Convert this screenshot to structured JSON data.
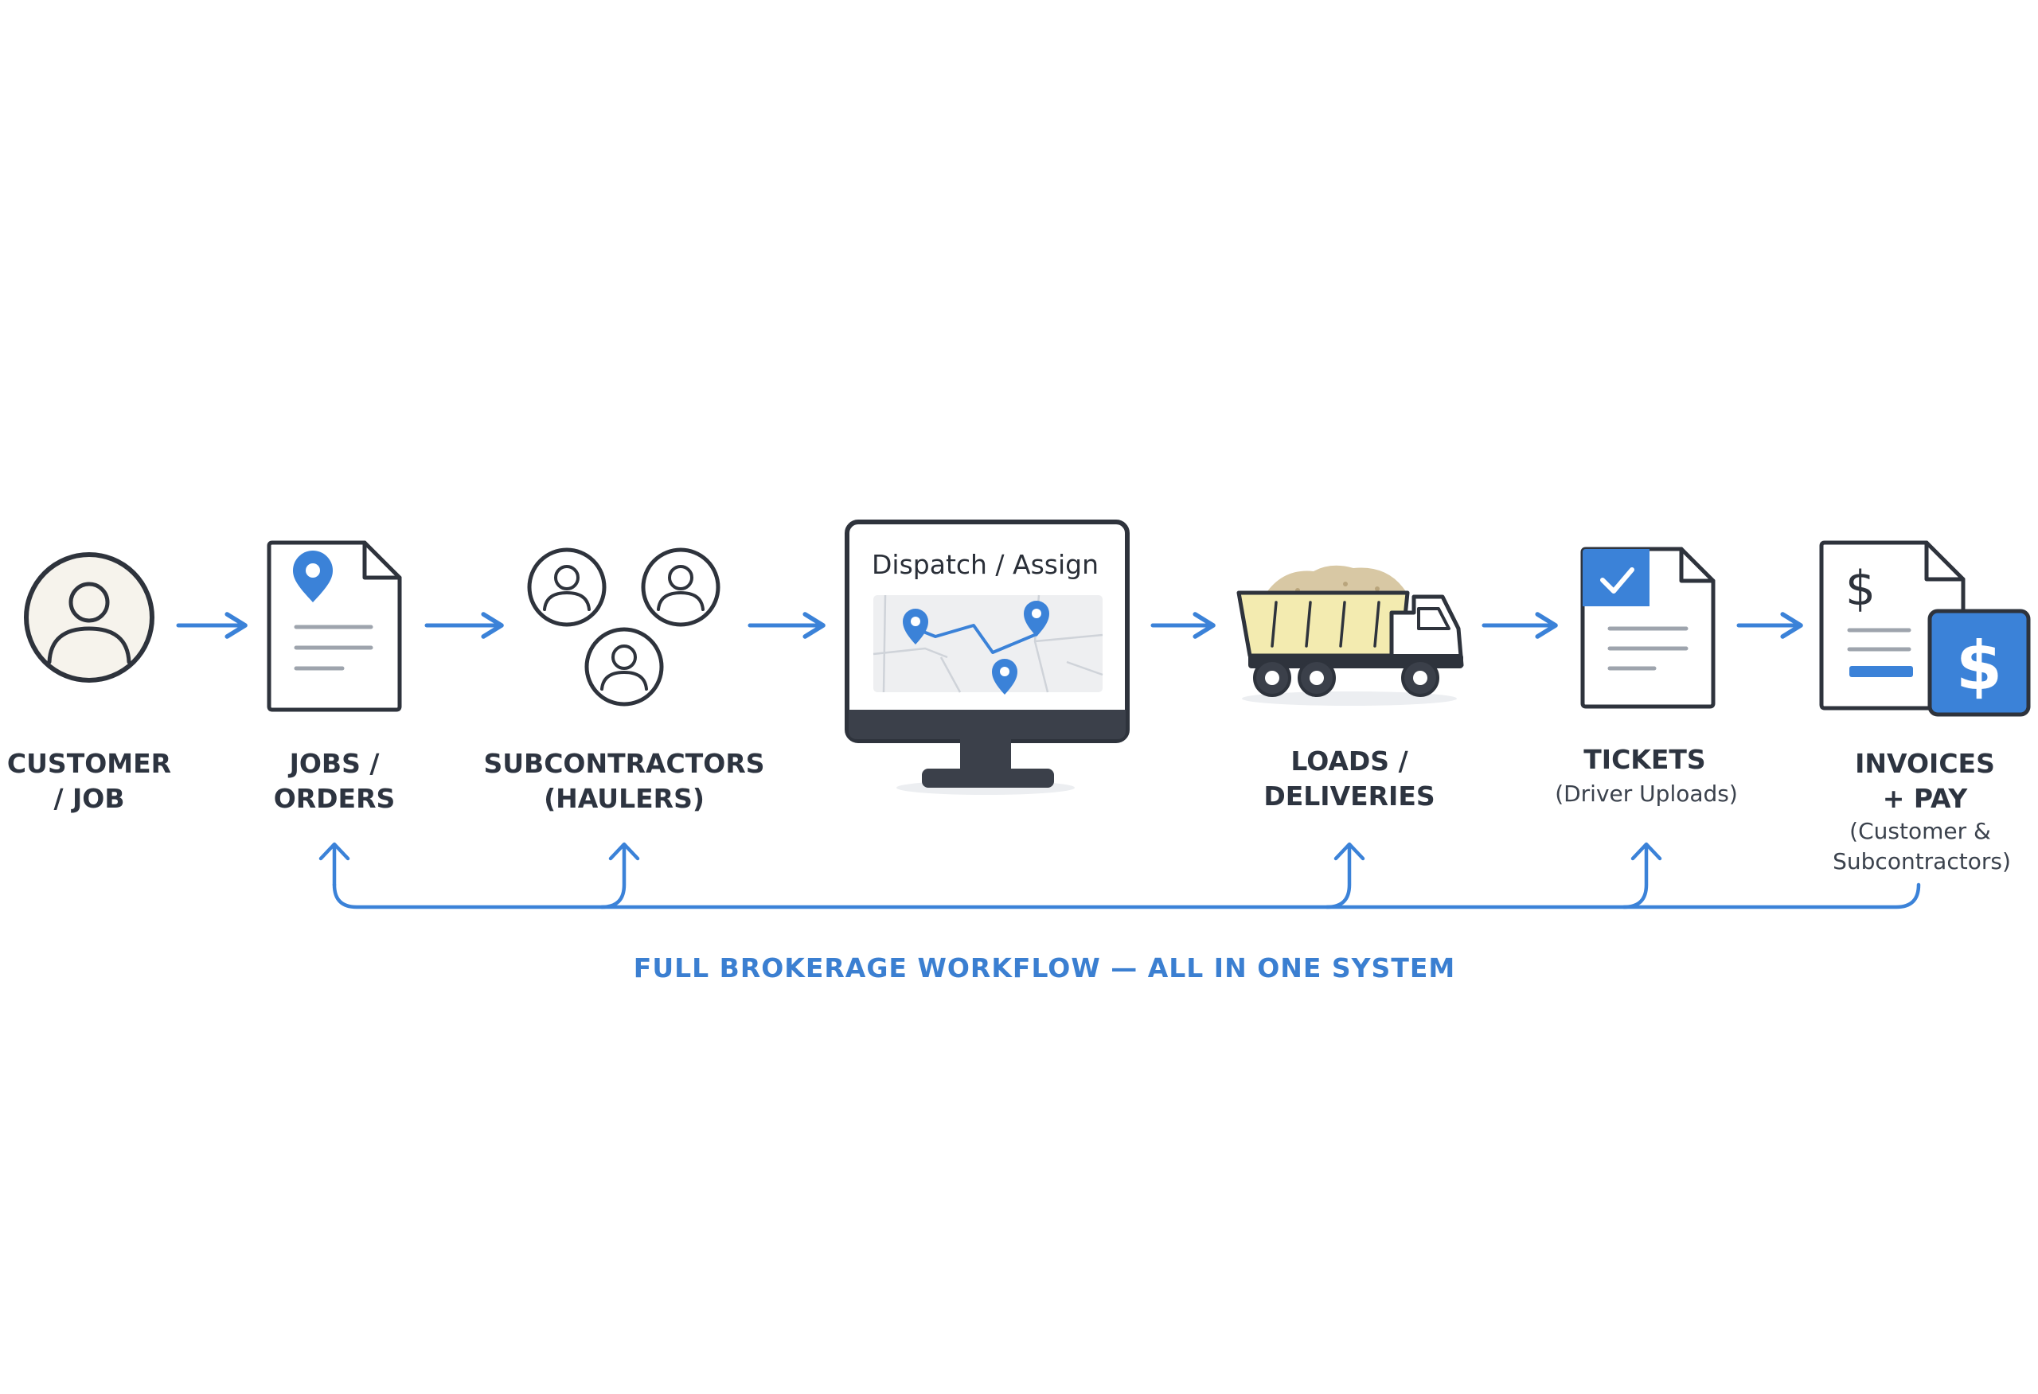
{
  "colors": {
    "accent": "#3b82d8",
    "outline": "#2e333c",
    "truck_bed": "#f3ebb0",
    "dirt": "#d8c8a4",
    "avatar_fill": "#f6f3ec",
    "map_bg": "#eeeff1"
  },
  "steps": [
    {
      "icon": "person-icon",
      "line1": "CUSTOMER",
      "line2": "/ JOB"
    },
    {
      "icon": "document-location-icon",
      "line1": "JOBS /",
      "line2": "ORDERS"
    },
    {
      "icon": "people-group-icon",
      "line1": "SUBCONTRACTORS",
      "line2": "(HAULERS)"
    },
    {
      "icon": "monitor-map-icon",
      "screen_title": "Dispatch / Assign"
    },
    {
      "icon": "dump-truck-icon",
      "line1": "LOADS /",
      "line2": "DELIVERIES"
    },
    {
      "icon": "ticket-check-icon",
      "line1": "TICKETS",
      "sub1": "(Driver Uploads)"
    },
    {
      "icon": "invoice-dollar-icon",
      "line1": "INVOICES",
      "line2": "+ PAY",
      "sub1": "(Customer &",
      "sub2": "Subcontractors)",
      "dollar_small": "$",
      "dollar_big": "$"
    }
  ],
  "footer": "FULL BROKERAGE WORKFLOW — ALL IN ONE SYSTEM"
}
